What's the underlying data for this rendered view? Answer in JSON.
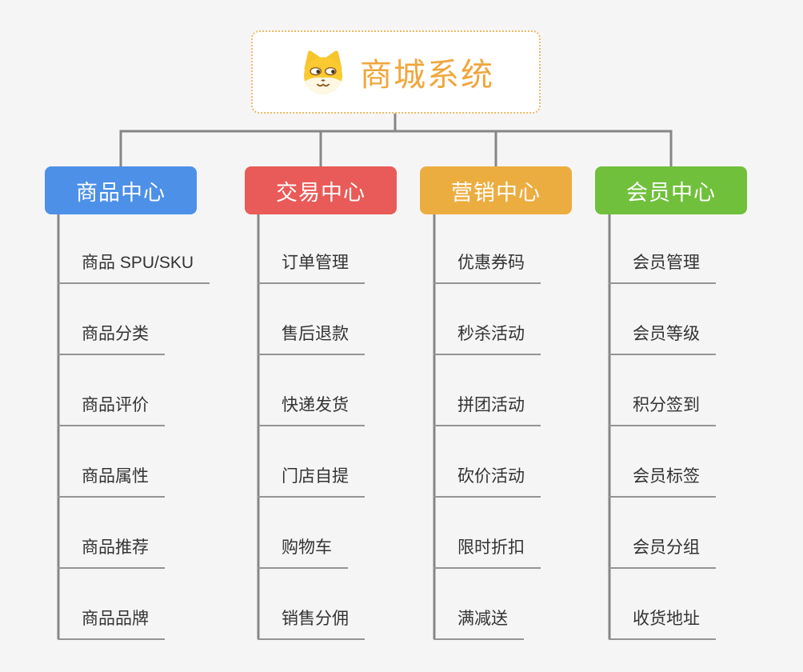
{
  "root": {
    "title": "商城系统",
    "icon": "shiba-dog-icon",
    "title_color": "#f0a63c",
    "border_color": "#f0b864",
    "background": "#ffffff"
  },
  "canvas_background": "#f5f5f6",
  "connector_color": "#868686",
  "underline_color": "#949494",
  "branches": [
    {
      "label": "商品中心",
      "color": "#4d90e8",
      "children": [
        "商品 SPU/SKU",
        "商品分类",
        "商品评价",
        "商品属性",
        "商品推荐",
        "商品品牌"
      ]
    },
    {
      "label": "交易中心",
      "color": "#e85b58",
      "children": [
        "订单管理",
        "售后退款",
        "快递发货",
        "门店自提",
        "购物车",
        "销售分佣"
      ]
    },
    {
      "label": "营销中心",
      "color": "#ecad40",
      "children": [
        "优惠券码",
        "秒杀活动",
        "拼团活动",
        "砍价活动",
        "限时折扣",
        "满减送"
      ]
    },
    {
      "label": "会员中心",
      "color": "#70c03c",
      "children": [
        "会员管理",
        "会员等级",
        "积分签到",
        "会员标签",
        "会员分组",
        "收货地址"
      ]
    }
  ]
}
